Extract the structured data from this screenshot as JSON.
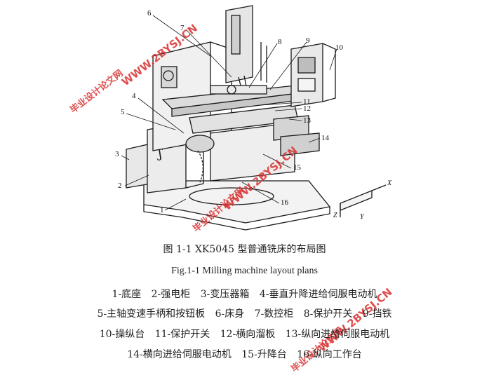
{
  "figure": {
    "callouts": [
      "1",
      "2",
      "3",
      "4",
      "5",
      "6",
      "7",
      "8",
      "9",
      "10",
      "11",
      "12",
      "13",
      "14",
      "15",
      "16"
    ],
    "axes": {
      "x": "X",
      "y": "Y",
      "z": "Z"
    }
  },
  "caption": {
    "cn": "图 1-1 XK5045 型普通铣床的布局图",
    "en": "Fig.1-1 Milling machine layout plans"
  },
  "legend": {
    "line1": [
      "1-底座",
      "2-强电柜",
      "3-变压器箱",
      "4-垂直升降进给伺服电动机"
    ],
    "line2": [
      "5-主轴变速手柄和按钮板",
      "6-床身",
      "7-数控柜",
      "8-保护开关",
      "9-挡铁"
    ],
    "line3": [
      "10-操纵台",
      "11-保护开关",
      "12-横向溜板",
      "13-纵向进给伺服电动机"
    ],
    "line4": [
      "14-横向进给伺服电动机",
      "15-升降台",
      "16-纵向工作台"
    ]
  },
  "watermark": {
    "cn": "毕业设计论文网",
    "url": "WWW.2BYSJ.CN",
    "color": "#d93030"
  }
}
